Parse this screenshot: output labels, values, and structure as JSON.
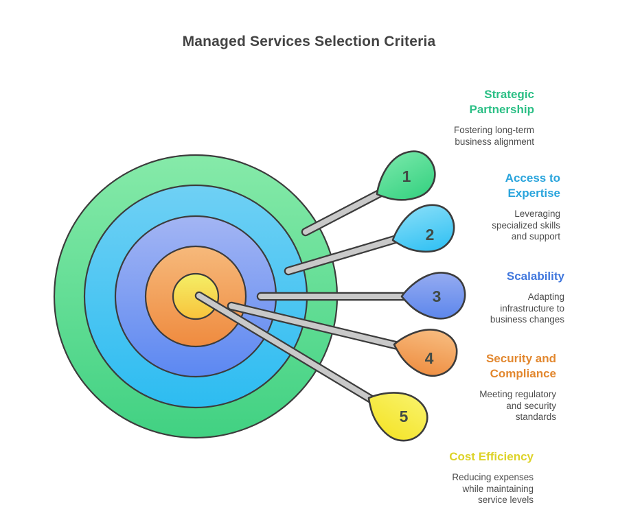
{
  "title": "Managed Services Selection Criteria",
  "items": [
    {
      "number": "1",
      "label": "Strategic\nPartnership",
      "description": "Fostering long-term\nbusiness alignment",
      "accent": "#2bbf85"
    },
    {
      "number": "2",
      "label": "Access to\nExpertise",
      "description": "Leveraging\nspecialized skills\nand support",
      "accent": "#29a4dc"
    },
    {
      "number": "3",
      "label": "Scalability",
      "description": "Adapting\ninfrastructure to\nbusiness changes",
      "accent": "#4077dd"
    },
    {
      "number": "4",
      "label": "Security and\nCompliance",
      "description": "Meeting regulatory\nand security\nstandards",
      "accent": "#e2872e"
    },
    {
      "number": "5",
      "label": "Cost Efficiency",
      "description": "Reducing expenses\nwhile maintaining\nservice levels",
      "accent": "#ddd32a"
    }
  ],
  "colors": {
    "title_text": "#434343",
    "description_text": "#4d4d4d",
    "outline": "#3c3c3c",
    "stick": "#c9c9c9",
    "number": "#414b46",
    "rings": [
      {
        "top": "#86eaa9",
        "bottom": "#41d182"
      },
      {
        "top": "#6fd0f4",
        "bottom": "#2dbcf1"
      },
      {
        "top": "#a3b5f3",
        "bottom": "#5c88f2"
      },
      {
        "top": "#f6b97b",
        "bottom": "#ef8b3f"
      },
      {
        "top": "#f4ef66",
        "bottom": "#f8c33c"
      }
    ],
    "pins": [
      {
        "top": "#6fe5a4",
        "bottom": "#3bd384"
      },
      {
        "top": "#7edbf8",
        "bottom": "#35c2f3"
      },
      {
        "top": "#95abf1",
        "bottom": "#5d87ec"
      },
      {
        "top": "#f7bb7e",
        "bottom": "#ef9044"
      },
      {
        "top": "#f8f164",
        "bottom": "#f5e52e"
      }
    ]
  }
}
